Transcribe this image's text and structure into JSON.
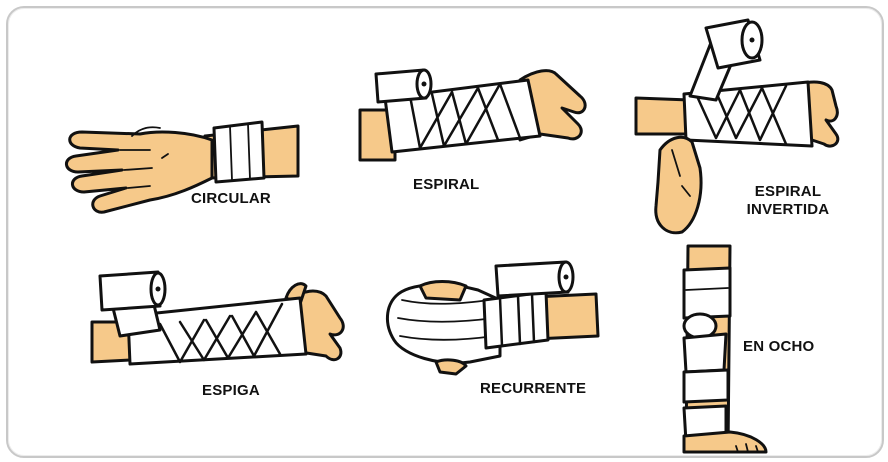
{
  "labels": {
    "circular": "CIRCULAR",
    "espiral": "ESPIRAL",
    "espiral_invertida_1": "ESPIRAL",
    "espiral_invertida_2": "INVERTIDA",
    "espiga": "ESPIGA",
    "recurrente": "RECURRENTE",
    "en_ocho": "EN OCHO"
  },
  "colors": {
    "skin": "#f6c98a",
    "bandage": "#ffffff",
    "outline": "#111111",
    "frame_border": "#c8c8c8"
  }
}
